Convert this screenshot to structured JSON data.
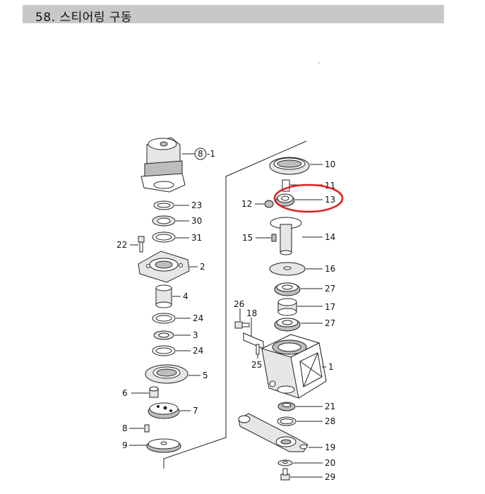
{
  "title": "58. 스티어링 구동",
  "callouts": {
    "c8_1": "8",
    "c8_1_suffix": "-1",
    "c23": "23",
    "c30": "30",
    "c31": "31",
    "c22": "22",
    "c2": "2",
    "c4": "4",
    "c24a": "24",
    "c3": "3",
    "c24b": "24",
    "c5": "5",
    "c6": "6",
    "c7": "7",
    "c8": "8",
    "c9": "9",
    "c10": "10",
    "c11": "11",
    "c12": "12",
    "c13": "13",
    "c15": "15",
    "c14": "14",
    "c16": "16",
    "c27a": "27",
    "c26": "26",
    "c18": "18",
    "c17": "17",
    "c27b": "27",
    "c25": "25",
    "c1": "1",
    "c21": "21",
    "c28": "28",
    "c19": "19",
    "c20": "20",
    "c29": "29"
  },
  "highlight_color": "#e02020"
}
